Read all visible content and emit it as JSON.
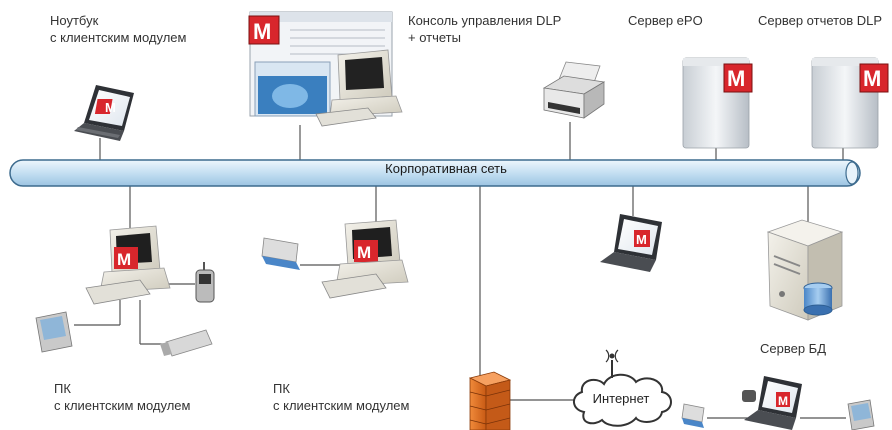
{
  "labels": {
    "laptop_top": [
      "Ноутбук",
      "с клиентским модулем"
    ],
    "console": [
      "Консоль управления DLP",
      "+ отчеты"
    ],
    "epo_server": "Сервер ePO",
    "report_server": "Сервер отчетов DLP",
    "network": "Корпоративная сеть",
    "db_server": "Сервер БД",
    "pc1": [
      "ПК",
      "с клиентским модулем"
    ],
    "pc2": [
      "ПК",
      "с клиентским модулем"
    ],
    "internet": "Интернет"
  },
  "logo_letter": "M",
  "colors": {
    "bus_fill": "#c9e1f2",
    "bus_stroke": "#3d6b8e",
    "logo_red": "#d8262c",
    "firewall": "#e07020",
    "line": "#555555"
  }
}
